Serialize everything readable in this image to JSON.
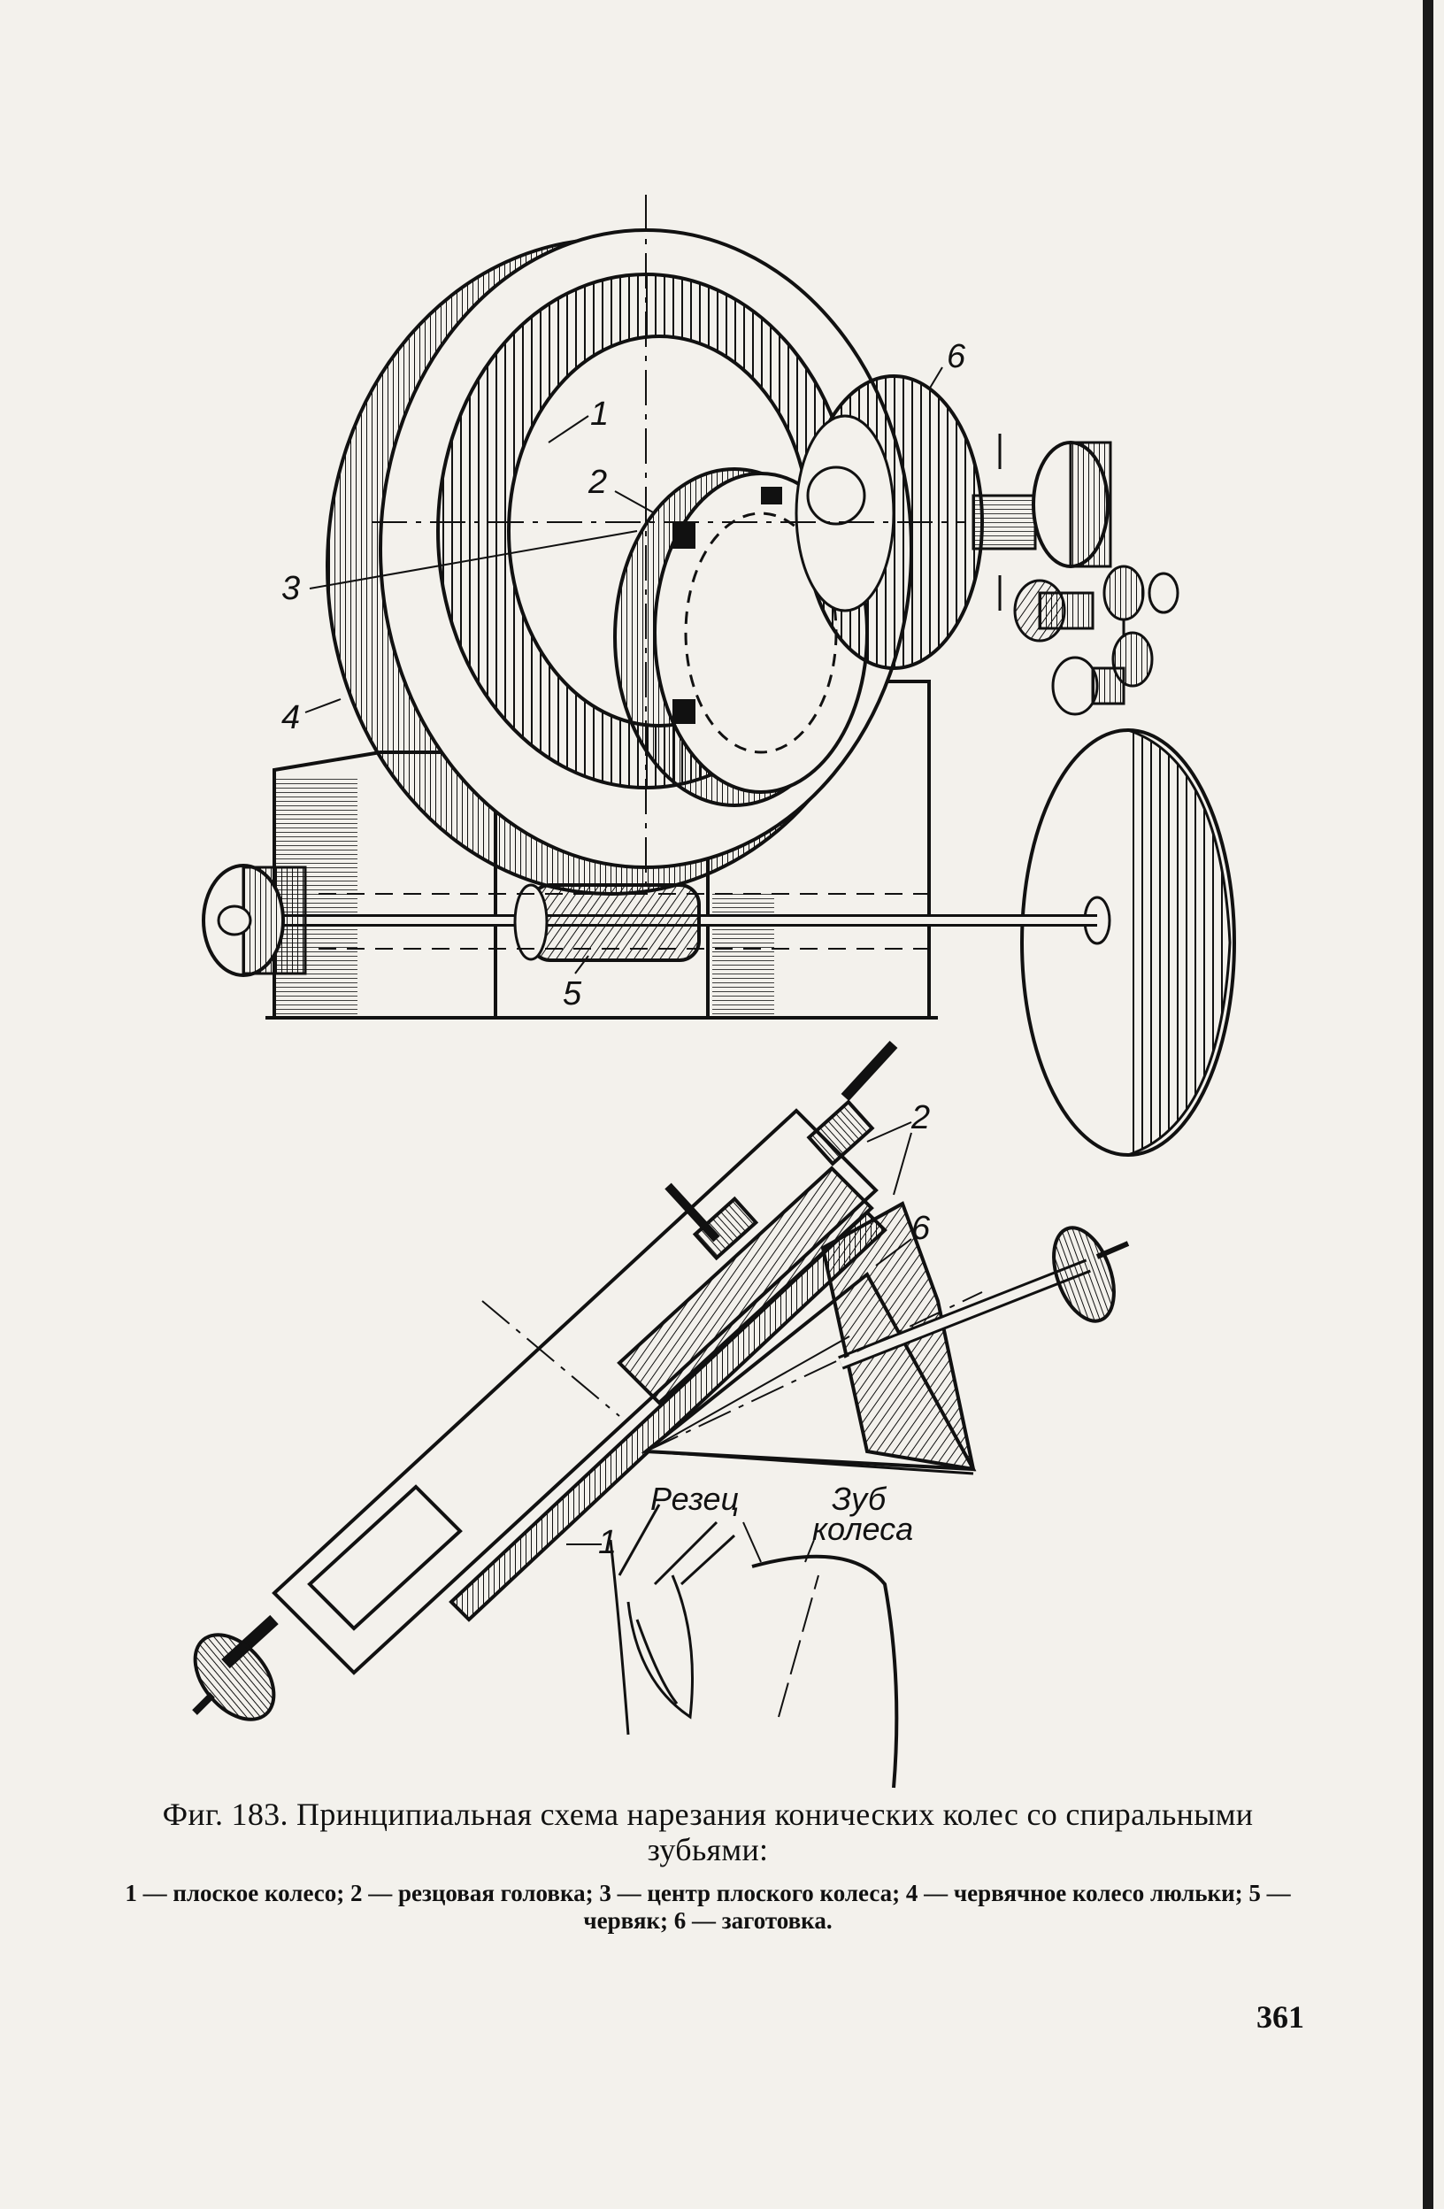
{
  "figure": {
    "labels": {
      "top_1": "1",
      "top_2": "2",
      "top_3": "3",
      "top_4": "4",
      "top_5": "5",
      "top_6": "6",
      "bottom_2": "2",
      "bottom_6": "6",
      "bottom_1": "1",
      "cutter": "Резец",
      "tooth_line1": "Зуб",
      "tooth_line2": "колеса"
    }
  },
  "caption": {
    "title": "Фиг. 183. Принципиальная схема нарезания конических колес со спиральными зубьями:",
    "legend": "1 — плоское колесо; 2 — резцовая головка; 3 — центр плоского колеса; 4 — червячное колесо люльки; 5 — червяк; 6 — заготовка."
  },
  "page_number": "361"
}
